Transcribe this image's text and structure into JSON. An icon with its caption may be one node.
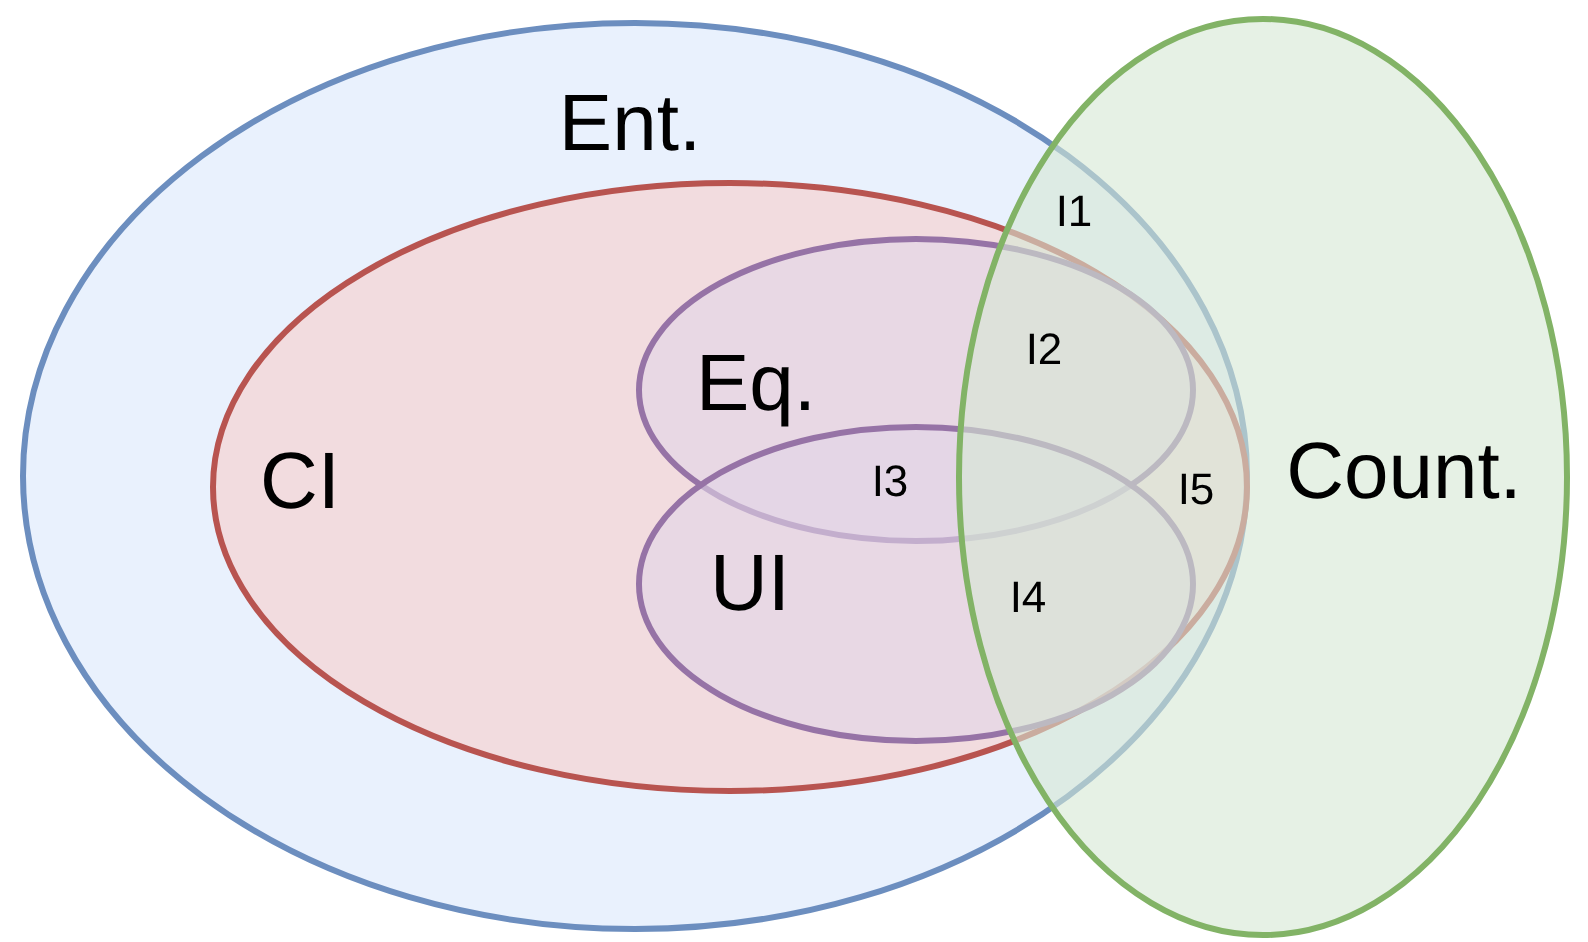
{
  "diagram": {
    "nodes": [
      {
        "text": [
          "Ent."
        ]
      },
      {
        "text": [
          "CI"
        ],
        "in": 0
      },
      {
        "text": [
          "Eq."
        ],
        "in": 1
      },
      {
        "text": [
          "UI"
        ],
        "in": 1
      },
      {
        "text": [
          "Count."
        ]
      }
    ],
    "labels": [
      "I1",
      "I2",
      "I3",
      "I5",
      "I4"
    ]
  }
}
